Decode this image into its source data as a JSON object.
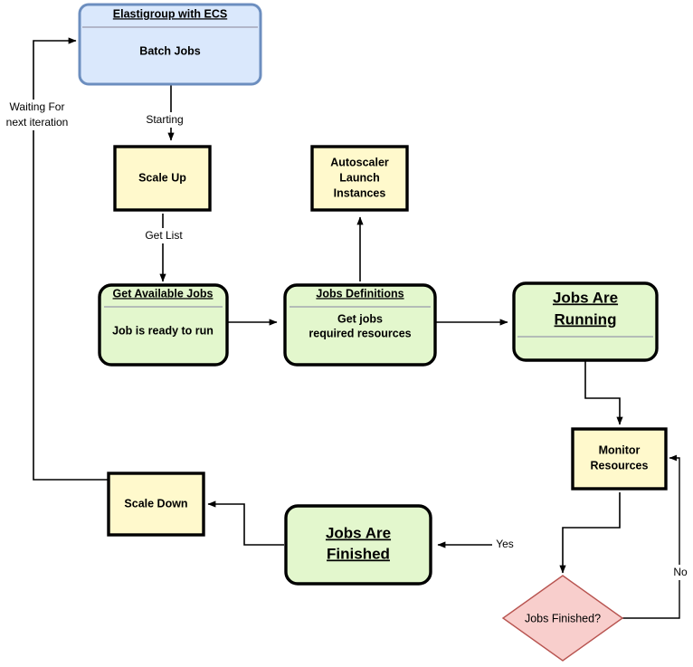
{
  "diagram": {
    "title_text": "",
    "colors": {
      "blue_fill": "#dae8fc",
      "blue_stroke": "#6c8ebf",
      "yellow_fill": "#fff9cc",
      "yellow_stroke": "#000000",
      "green_fill": "#e3f7cd",
      "green_stroke": "#000000",
      "pink_fill": "#f8cecc",
      "pink_stroke": "#b85450",
      "divider": "#9999aa",
      "edge": "#000000",
      "background": "#ffffff"
    },
    "nodes": [
      {
        "id": "elastigroup",
        "title": "Elastigroup with ECS",
        "body": "Batch Jobs",
        "shape": "rounded-rect",
        "style": "blue"
      },
      {
        "id": "scale-up",
        "title": "",
        "body": "Scale Up",
        "shape": "rect",
        "style": "yellow"
      },
      {
        "id": "autoscaler",
        "title": "",
        "body": "Autoscaler\nLaunch\nInstances",
        "shape": "rect",
        "style": "yellow"
      },
      {
        "id": "get-available-jobs",
        "title": "Get Available Jobs",
        "body": "Job is ready to run",
        "shape": "rounded-rect",
        "style": "green"
      },
      {
        "id": "jobs-definitions",
        "title": "Jobs Definitions",
        "body": "Get jobs\nrequired resources",
        "shape": "rounded-rect",
        "style": "green"
      },
      {
        "id": "jobs-are-running",
        "title": "Jobs Are\n Running",
        "body": "",
        "shape": "rounded-rect",
        "style": "green"
      },
      {
        "id": "monitor-resources",
        "title": "",
        "body": "Monitor\nResources",
        "shape": "rect",
        "style": "yellow"
      },
      {
        "id": "jobs-finished-decision",
        "title": "",
        "body": "Jobs Finished?",
        "shape": "diamond",
        "style": "pink"
      },
      {
        "id": "jobs-are-finished",
        "title": "Jobs Are\nFinished",
        "body": "",
        "shape": "rounded-rect",
        "style": "green"
      },
      {
        "id": "scale-down",
        "title": "",
        "body": "Scale Down",
        "shape": "rect",
        "style": "yellow"
      }
    ],
    "labels": {
      "elastigroup_title": "Elastigroup with ECS",
      "elastigroup_body": "Batch Jobs",
      "scale_up": "Scale Up",
      "autoscaler_line1": "Autoscaler",
      "autoscaler_line2": "Launch",
      "autoscaler_line3": "Instances",
      "get_available_jobs_title": "Get Available Jobs",
      "get_available_jobs_body": "Job is ready to run",
      "jobs_definitions_title": "Jobs Definitions",
      "jobs_definitions_body_line1": "Get jobs",
      "jobs_definitions_body_line2": "required resources",
      "jobs_are_running_line1": "Jobs Are",
      "jobs_are_running_line2": " Running",
      "monitor_resources_line1": "Monitor",
      "monitor_resources_line2": "Resources",
      "jobs_finished_question": "Jobs Finished?",
      "jobs_are_finished_line1": "Jobs Are ",
      "jobs_are_finished_line2": "Finished",
      "scale_down": "Scale Down"
    },
    "edge_labels": {
      "starting": "Starting",
      "get_list": "Get List",
      "waiting_line1": "Waiting For",
      "waiting_line2": "next iteration",
      "yes": "Yes",
      "no": "No"
    }
  }
}
